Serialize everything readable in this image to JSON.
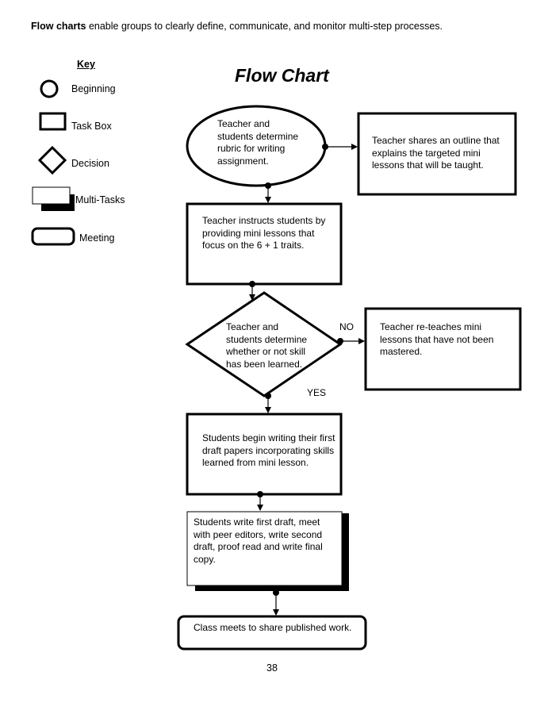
{
  "intro": {
    "bold": "Flow charts",
    "rest": " enable groups to clearly define, communicate, and monitor multi-step processes."
  },
  "title": "Flow Chart",
  "key": {
    "title": "Key",
    "items": [
      {
        "label": "Beginning",
        "icon": "circle-icon"
      },
      {
        "label": "Task Box",
        "icon": "rectangle-icon"
      },
      {
        "label": "Decision",
        "icon": "diamond-icon"
      },
      {
        "label": "Multi-Tasks",
        "icon": "multi-task-icon"
      },
      {
        "label": "Meeting",
        "icon": "rounded-rectangle-icon"
      }
    ]
  },
  "nodes": {
    "start": "Teacher and students determine rubric for writing assignment.",
    "outline": "Teacher shares an outline that explains the targeted mini lessons that will be taught.",
    "instruct": "Teacher instructs students by providing mini lessons that focus on the 6 + 1 traits.",
    "decision": "Teacher and students determine whether or not skill has been learned.",
    "reteach": "Teacher re-teaches mini lessons that have not been mastered.",
    "draft": "Students begin writing their first draft papers incorporating skills learned from mini lesson.",
    "multitask": "Students write first draft, meet with peer editors, write second draft, proof read and write final copy.",
    "meeting": "Class meets to share published work."
  },
  "labels": {
    "no": "NO",
    "yes": "YES"
  },
  "page_number": "38"
}
